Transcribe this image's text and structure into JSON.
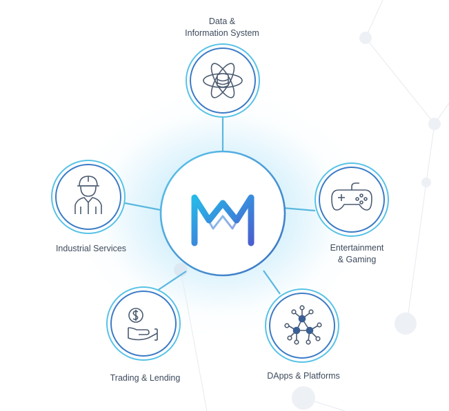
{
  "center": {
    "logo": "mw-logo-icon"
  },
  "nodes": [
    {
      "id": "data",
      "label": "Data &\nInformation System",
      "icon": "atom-database-icon"
    },
    {
      "id": "industrial",
      "label": "Industrial Services",
      "icon": "worker-helmet-icon"
    },
    {
      "id": "entertainment",
      "label": "Entertainment\n& Gaming",
      "icon": "gamepad-icon"
    },
    {
      "id": "trading",
      "label": "Trading & Lending",
      "icon": "coin-hand-icon"
    },
    {
      "id": "dapps",
      "label": "DApps & Platforms",
      "icon": "network-nodes-icon"
    }
  ],
  "colors": {
    "outer_ring": "#57c2e6",
    "inner_ring": "#3b7bc6",
    "icon": "#4a5a70",
    "connector": "#5ab7df",
    "logo_start": "#27b9e8",
    "logo_end": "#4a5fd0"
  }
}
